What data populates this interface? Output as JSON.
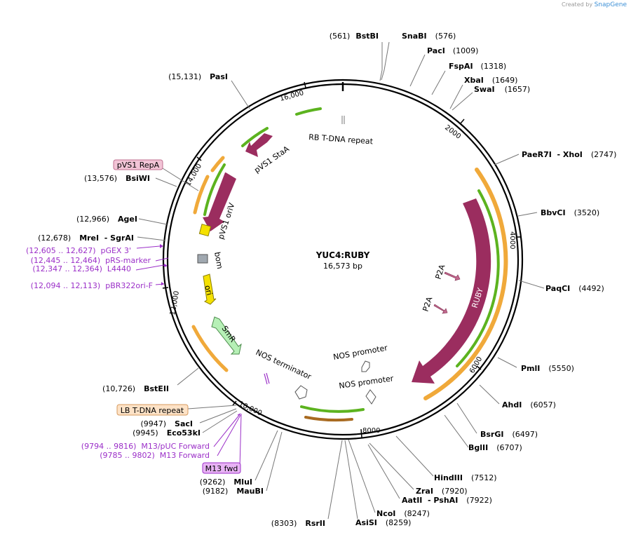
{
  "credit": {
    "prefix": "Created by",
    "brand": "SnapGene"
  },
  "plasmid": {
    "name": "YUC4:RUBY",
    "length_label": "16,573 bp",
    "length": 16573
  },
  "ticks": [
    {
      "pos": 2000,
      "label": "2000"
    },
    {
      "pos": 4000,
      "label": "4000"
    },
    {
      "pos": 6000,
      "label": "6000"
    },
    {
      "pos": 8000,
      "label": "8000"
    },
    {
      "pos": 10000,
      "label": "10,000"
    },
    {
      "pos": 12000,
      "label": "12,000"
    },
    {
      "pos": 14000,
      "label": "14,000"
    },
    {
      "pos": 16000,
      "label": "16,000"
    }
  ],
  "sites": [
    {
      "name": "BstBI",
      "pos": "(561)",
      "order": "pos-first"
    },
    {
      "name": "SnaBI",
      "pos": "(576)",
      "order": "name-first"
    },
    {
      "name": "PacI",
      "pos": "(1009)",
      "order": "name-first"
    },
    {
      "name": "FspAI",
      "pos": "(1318)",
      "order": "name-first"
    },
    {
      "name": "XbaI",
      "pos": "(1649)",
      "order": "name-first"
    },
    {
      "name": "SwaI",
      "pos": "(1657)",
      "order": "name-first"
    },
    {
      "name": "PaeR7I  - XhoI",
      "pos": "(2747)",
      "order": "name-first"
    },
    {
      "name": "BbvCI",
      "pos": "(3520)",
      "order": "name-first"
    },
    {
      "name": "PaqCI",
      "pos": "(4492)",
      "order": "name-first"
    },
    {
      "name": "PmlI",
      "pos": "(5550)",
      "order": "name-first"
    },
    {
      "name": "AhdI",
      "pos": "(6057)",
      "order": "name-first"
    },
    {
      "name": "BsrGI",
      "pos": "(6497)",
      "order": "name-first"
    },
    {
      "name": "BglII",
      "pos": "(6707)",
      "order": "name-first"
    },
    {
      "name": "HindIII",
      "pos": "(7512)",
      "order": "name-first"
    },
    {
      "name": "ZraI",
      "pos": "(7920)",
      "order": "name-first"
    },
    {
      "name": "AatII  - PshAI",
      "pos": "(7922)",
      "order": "name-first"
    },
    {
      "name": "NcoI",
      "pos": "(8247)",
      "order": "name-first"
    },
    {
      "name": "AsiSI",
      "pos": "(8259)",
      "order": "name-first"
    },
    {
      "name": "RsrII",
      "pos": "(8303)",
      "order": "pos-first"
    },
    {
      "name": "MauBI",
      "pos": "(9182)",
      "order": "pos-first"
    },
    {
      "name": "MluI",
      "pos": "(9262)",
      "order": "pos-first"
    },
    {
      "name": "Eco53kI",
      "pos": "(9945)",
      "order": "pos-first"
    },
    {
      "name": "SacI",
      "pos": "(9947)",
      "order": "pos-first"
    },
    {
      "name": "BstEII",
      "pos": "(10,726)",
      "order": "pos-first"
    },
    {
      "name": "MreI  - SgrAI",
      "pos": "(12,678)",
      "order": "pos-first"
    },
    {
      "name": "AgeI",
      "pos": "(12,966)",
      "order": "pos-first"
    },
    {
      "name": "BsiWI",
      "pos": "(13,576)",
      "order": "pos-first"
    },
    {
      "name": "PasI",
      "pos": "(15,131)",
      "order": "pos-first"
    }
  ],
  "primers": [
    {
      "label": "(12,605 .. 12,627)  pGEX 3'"
    },
    {
      "label": "(12,445 .. 12,464)  pRS-marker"
    },
    {
      "label": "(12,347 .. 12,364)  L4440"
    },
    {
      "label": "(12,094 .. 12,113)  pBR322ori-F"
    },
    {
      "label": "(9794 .. 9816)  M13/pUC Forward"
    },
    {
      "label": "(9785 .. 9802)  M13 Forward"
    }
  ],
  "boxed_labels": [
    {
      "label": "pVS1 RepA",
      "fill": "#f2c4d6",
      "stroke": "#c07090"
    },
    {
      "label": "LB T-DNA repeat",
      "fill": "#fde2c6",
      "stroke": "#d69a5e"
    },
    {
      "label": "M13 fwd",
      "fill": "#e8b3f5",
      "stroke": "#9b2fc8"
    }
  ],
  "features": [
    {
      "label": "RB T-DNA repeat"
    },
    {
      "label": "pVS1 StaA"
    },
    {
      "label": "pVS1 oriV"
    },
    {
      "label": "bom"
    },
    {
      "label": "ori"
    },
    {
      "label": "SmR"
    },
    {
      "label": "NOS terminator"
    },
    {
      "label": "NOS promoter",
      "id": "nos1"
    },
    {
      "label": "NOS promoter",
      "id": "nos2"
    },
    {
      "label": "RUBY"
    },
    {
      "label": "P2A",
      "id": "p2a1"
    },
    {
      "label": "P2A",
      "id": "p2a2"
    }
  ],
  "colors": {
    "cds": "#9b2d5f",
    "orange": "#f0a93a",
    "green": "#5cb31f",
    "ori": "#f5e100",
    "smr": "#b6f0b6",
    "primer": "#9b2fc8",
    "bom": "#a0a8b0"
  }
}
